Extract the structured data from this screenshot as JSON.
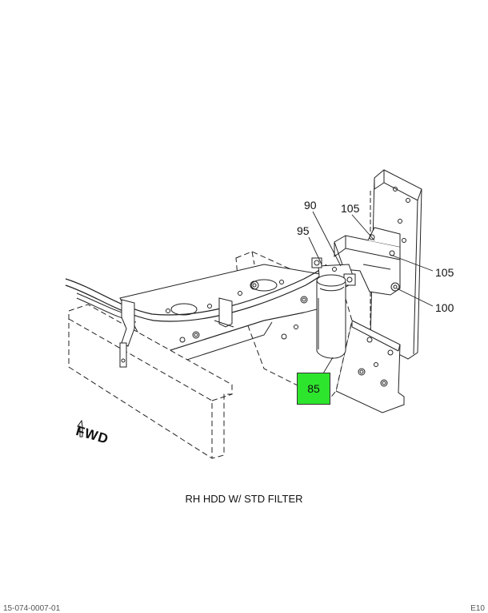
{
  "callouts": {
    "c90": "90",
    "c105_top": "105",
    "c95": "95",
    "c105_right": "105",
    "c100": "100",
    "c85": "85"
  },
  "fwd_label": "FWD",
  "caption": "RH HDD W/ STD FILTER",
  "footer": {
    "left": "15-074-0007-01",
    "right": "E10"
  },
  "colors": {
    "highlight": "#2ee52e",
    "line": "#222222"
  }
}
